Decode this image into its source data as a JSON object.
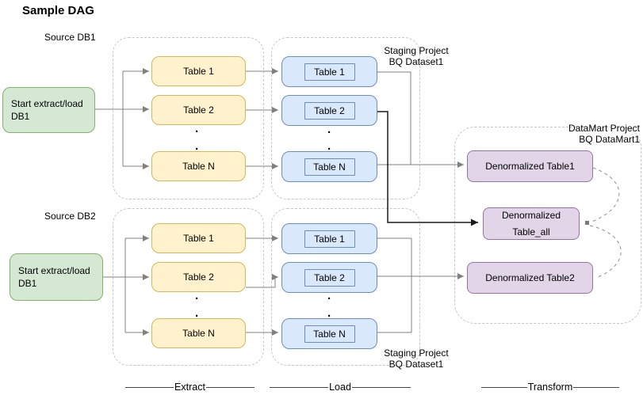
{
  "title": "Sample DAG",
  "sources": {
    "db1": "Source DB1",
    "db2": "Source DB2"
  },
  "start_nodes": {
    "db1": "Start extract/load DB1",
    "db2": "Start extract/load DB1"
  },
  "pipelines": {
    "db1": {
      "extract_tables": [
        "Table 1",
        "Table 2",
        "Table N"
      ],
      "load_tables": [
        "Table 1",
        "Table 2",
        "Table N"
      ]
    },
    "db2": {
      "extract_tables": [
        "Table 1",
        "Table 2",
        "Table N"
      ],
      "load_tables": [
        "Table 1",
        "Table 2",
        "Table N"
      ]
    }
  },
  "ellipsis_dot": ".",
  "staging_label_top": {
    "line1": "Staging Project",
    "line2": "BQ Dataset1"
  },
  "staging_label_bottom": {
    "line1": "Staging Project",
    "line2": "BQ Dataset1"
  },
  "datamart_label": {
    "line1": "DataMart Project",
    "line2": "BQ DataMart1"
  },
  "datamart_nodes": {
    "table1": "Denormalized Table1",
    "table_all": "Denormalized Table_all",
    "table2": "Denormalized Table2"
  },
  "stages": {
    "extract": "Extract",
    "load": "Load",
    "transform": "Transform"
  },
  "colors": {
    "start_node_fill": "#d5e8d4",
    "start_node_border": "#82b366",
    "extract_node_fill": "#fff2cc",
    "extract_node_border": "#d6b656",
    "load_node_fill": "#dae8fc",
    "load_node_border": "#6c8ebf",
    "datamart_node_fill": "#e1d5e7",
    "datamart_node_border": "#9673a6",
    "container_border": "#c6c6c6",
    "connector": "#808080",
    "connector_dark": "#1a1a1a"
  }
}
